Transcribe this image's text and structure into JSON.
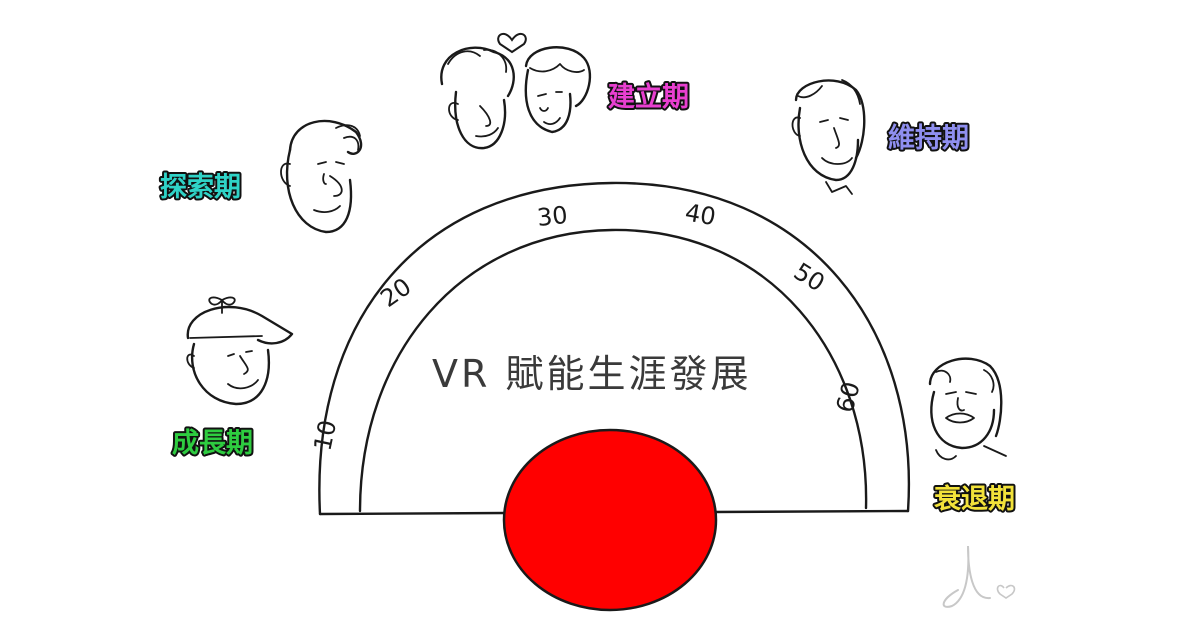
{
  "title": "VR 賦能生涯發展",
  "age_ticks": [
    "10",
    "20",
    "30",
    "40",
    "50",
    "60"
  ],
  "stages": [
    {
      "id": "growth",
      "label": "成長期",
      "color": "#2ecc40"
    },
    {
      "id": "exploration",
      "label": "探索期",
      "color": "#2fd3c7"
    },
    {
      "id": "establishment",
      "label": "建立期",
      "color": "#e83fd0"
    },
    {
      "id": "maintenance",
      "label": "維持期",
      "color": "#8f8ff0"
    },
    {
      "id": "decline",
      "label": "衰退期",
      "color": "#f2e23a"
    }
  ],
  "colors": {
    "center_circle": "#ff0000",
    "outline": "#1a1a1a",
    "heart": "#1a1a1a",
    "signature": "#c8c8c8"
  }
}
